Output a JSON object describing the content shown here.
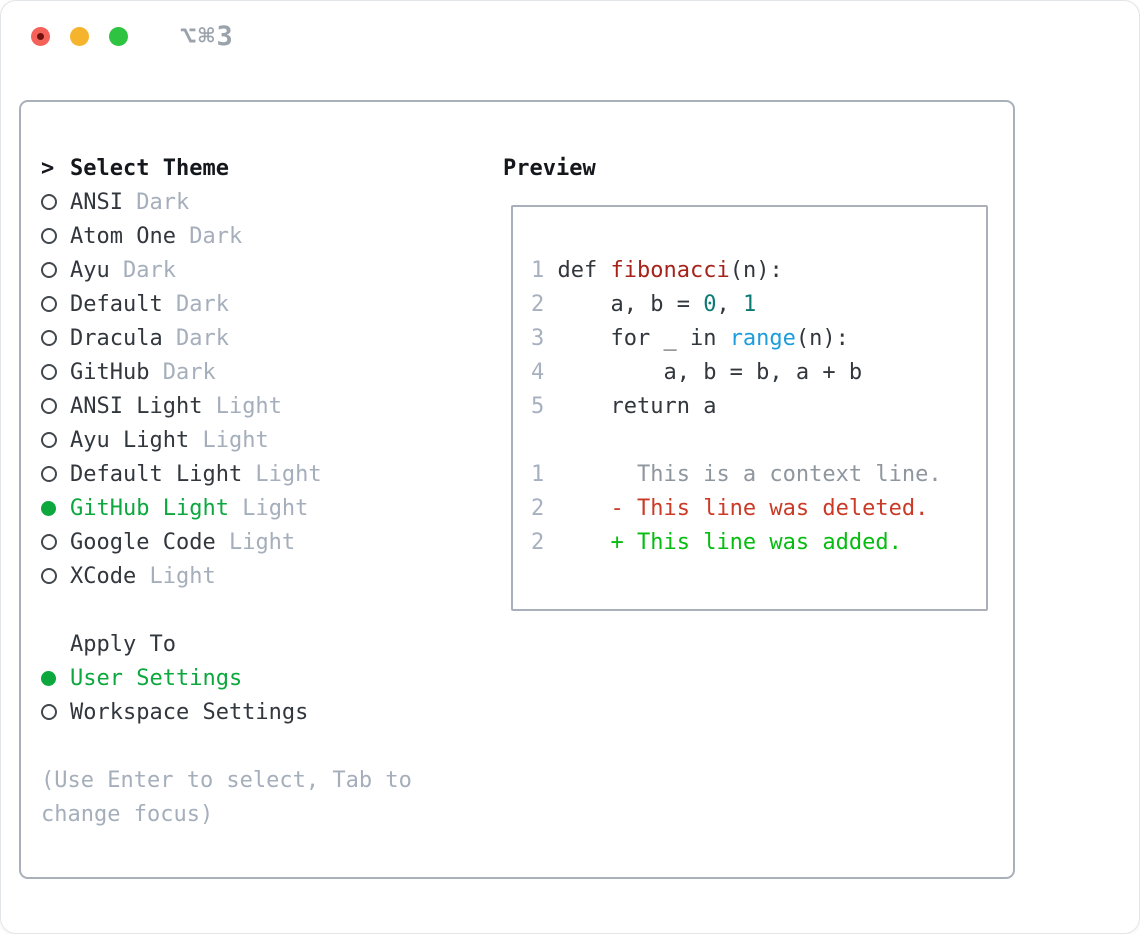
{
  "window": {
    "title": "⌥⌘3"
  },
  "colors": {
    "tl-close": "#f4625a",
    "tl-close-dot": "#6e130d",
    "tl-min": "#f6b42d",
    "tl-zoom": "#2fc342",
    "c-title": "#9aa2ab",
    "c-border": "#a9b0ba",
    "c-black": "#14171b",
    "c-dark": "#32373e",
    "c-gray": "#a5aebb",
    "c-ln": "#a6b0bf",
    "c-green-sel": "#0ca83e",
    "c-func": "#a5231a",
    "c-numlit": "#0c7a74",
    "c-builtin": "#1d9ddb",
    "c-ctx": "#8e969e",
    "c-del": "#ca3a27",
    "c-add": "#06bc11"
  },
  "theme_picker": {
    "prompt": ">",
    "title": "Select Theme",
    "options": [
      {
        "name": "ANSI",
        "badge": "Dark",
        "selected": false
      },
      {
        "name": "Atom One",
        "badge": "Dark",
        "selected": false
      },
      {
        "name": "Ayu",
        "badge": "Dark",
        "selected": false
      },
      {
        "name": "Default",
        "badge": "Dark",
        "selected": false
      },
      {
        "name": "Dracula",
        "badge": "Dark",
        "selected": false
      },
      {
        "name": "GitHub",
        "badge": "Dark",
        "selected": false
      },
      {
        "name": "ANSI Light",
        "badge": "Light",
        "selected": false
      },
      {
        "name": "Ayu Light",
        "badge": "Light",
        "selected": false
      },
      {
        "name": "Default Light",
        "badge": "Light",
        "selected": false
      },
      {
        "name": "GitHub Light",
        "badge": "Light",
        "selected": true
      },
      {
        "name": "Google Code",
        "badge": "Light",
        "selected": false
      },
      {
        "name": "XCode",
        "badge": "Light",
        "selected": false
      }
    ]
  },
  "apply_to": {
    "title": "Apply To",
    "options": [
      {
        "name": "User Settings",
        "selected": true
      },
      {
        "name": "Workspace Settings",
        "selected": false
      }
    ]
  },
  "hint": {
    "line1": "(Use Enter to select, Tab to",
    "line2": "change focus)"
  },
  "preview": {
    "title": "Preview",
    "lines": [
      [
        {
          "t": "1 ",
          "c": "ln"
        },
        {
          "t": "def ",
          "c": "code"
        },
        {
          "t": "fibonacci",
          "c": "func"
        },
        {
          "t": "(n):",
          "c": "code"
        }
      ],
      [
        {
          "t": "2 ",
          "c": "ln"
        },
        {
          "t": "    a, b = ",
          "c": "code"
        },
        {
          "t": "0",
          "c": "num"
        },
        {
          "t": ", ",
          "c": "code"
        },
        {
          "t": "1",
          "c": "num"
        }
      ],
      [
        {
          "t": "3 ",
          "c": "ln"
        },
        {
          "t": "    for _ in ",
          "c": "code"
        },
        {
          "t": "range",
          "c": "builtin"
        },
        {
          "t": "(n):",
          "c": "code"
        }
      ],
      [
        {
          "t": "4 ",
          "c": "ln"
        },
        {
          "t": "        a, b = b, a + b",
          "c": "code"
        }
      ],
      [
        {
          "t": "5 ",
          "c": "ln"
        },
        {
          "t": "    return a",
          "c": "code"
        }
      ],
      [],
      [
        {
          "t": "1 ",
          "c": "ln"
        },
        {
          "t": "      This is a context line.",
          "c": "ctx"
        }
      ],
      [
        {
          "t": "2 ",
          "c": "ln"
        },
        {
          "t": "    - This line was deleted.",
          "c": "del"
        }
      ],
      [
        {
          "t": "2 ",
          "c": "ln"
        },
        {
          "t": "    + This line was added.",
          "c": "add"
        }
      ]
    ]
  }
}
